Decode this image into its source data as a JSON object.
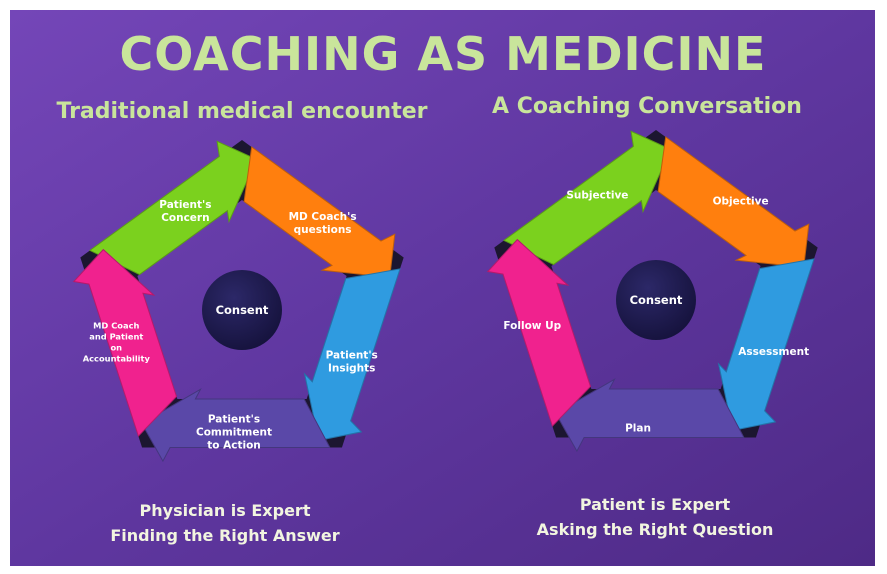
{
  "title": "COACHING AS MEDICINE",
  "colors": {
    "title": "#c9e59b",
    "caption": "#f2f5e0",
    "background_top": "#6a3fb0",
    "background_bottom": "#5a2f8a",
    "center_circle": "#1e1a4e",
    "green": "#7bd11e",
    "orange": "#ff7f0e",
    "blue": "#2f9be0",
    "indigo": "#5a48a8",
    "magenta": "#f0228e"
  },
  "left": {
    "heading": "Traditional medical encounter",
    "center": "Consent",
    "segments": [
      {
        "color": "green",
        "label_lines": [
          "Patient's",
          "Concern"
        ]
      },
      {
        "color": "orange",
        "label_lines": [
          "MD Coach's",
          "questions"
        ]
      },
      {
        "color": "blue",
        "label_lines": [
          "Patient's",
          "Insights"
        ]
      },
      {
        "color": "indigo",
        "label_lines": [
          "Patient's",
          "Commitment",
          "to Action"
        ]
      },
      {
        "color": "magenta",
        "label_lines": [
          "MD Coach",
          "and Patient",
          "on",
          "Accountability"
        ]
      }
    ],
    "caption_lines": [
      "Physician is Expert",
      "Finding the Right Answer"
    ]
  },
  "right": {
    "heading": "A Coaching Conversation",
    "center": "Consent",
    "segments": [
      {
        "color": "green",
        "label_lines": [
          "Subjective"
        ]
      },
      {
        "color": "orange",
        "label_lines": [
          "Objective"
        ]
      },
      {
        "color": "blue",
        "label_lines": [
          "Assessment"
        ]
      },
      {
        "color": "indigo",
        "label_lines": [
          "Plan"
        ]
      },
      {
        "color": "magenta",
        "label_lines": [
          "Follow Up"
        ]
      }
    ],
    "caption_lines": [
      "Patient is Expert",
      "Asking the Right Question"
    ]
  }
}
